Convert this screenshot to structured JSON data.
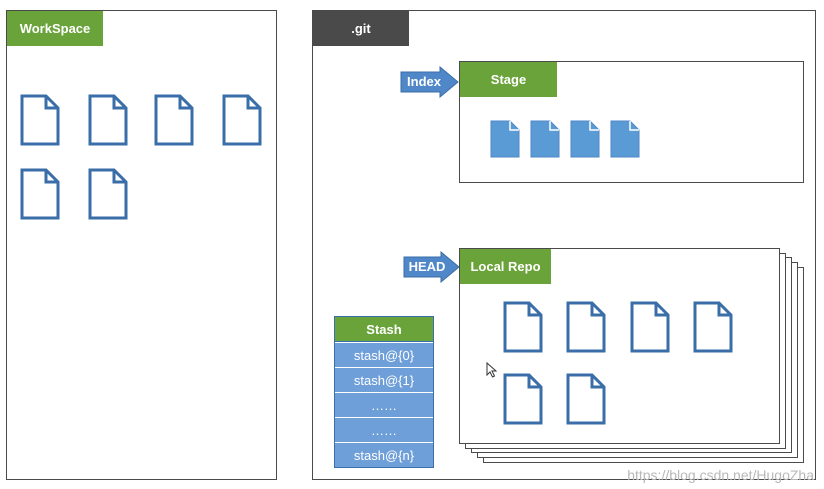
{
  "workspace": {
    "label": "WorkSpace",
    "file_count": 6
  },
  "git": {
    "label": ".git"
  },
  "index": {
    "arrow_label": "Index",
    "stage_label": "Stage",
    "file_count": 4
  },
  "head": {
    "arrow_label": "HEAD",
    "repo_label": "Local Repo",
    "file_count": 6
  },
  "stash": {
    "title": "Stash",
    "entries": [
      "stash@{0}",
      "stash@{1}",
      "……",
      "……",
      "stash@{n}"
    ]
  },
  "watermark": "https://blog.csdn.net/HugoZha",
  "colors": {
    "green": "#6aa33a",
    "dark": "#4a4a4a",
    "blue": "#3a6ea8",
    "fill_blue": "#5b9bd5",
    "arrow_blue": "#4f87c8"
  },
  "icons": {
    "file": "document-outline-icon",
    "staged_file": "document-filled-icon",
    "arrow": "right-arrow-icon"
  }
}
